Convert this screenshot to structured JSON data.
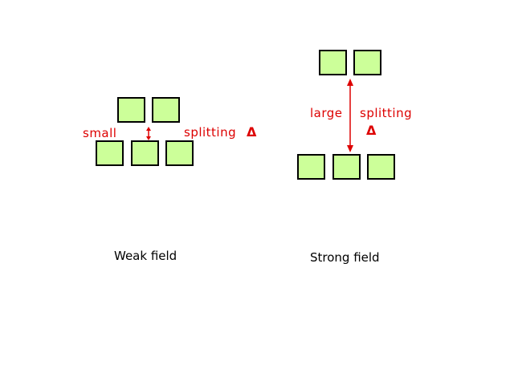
{
  "colors": {
    "orbital_fill": "#ccff99",
    "orbital_border": "#000000",
    "annotation": "#dd0000",
    "caption": "#000000"
  },
  "weak": {
    "caption": "Weak field",
    "small_label": "small",
    "splitting_label": "splitting",
    "delta_symbol": "Δ"
  },
  "strong": {
    "caption": "Strong field",
    "large_label": "large",
    "splitting_label": "splitting",
    "delta_symbol": "Δ"
  }
}
